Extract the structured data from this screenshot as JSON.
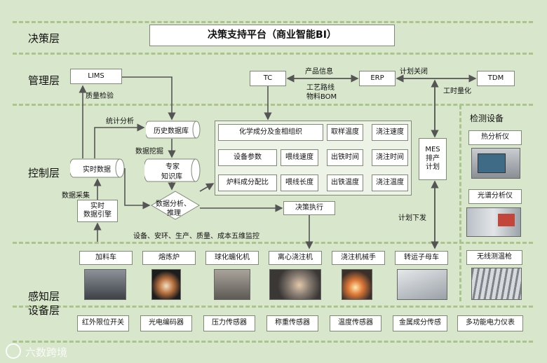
{
  "layers": {
    "decision": "决策层",
    "management": "管理层",
    "control": "控制层",
    "perception": "感知层",
    "device": "设备层"
  },
  "top": {
    "bi_platform": "决策支持平台（商业智能BI）"
  },
  "management": {
    "lims": "LIMS",
    "tc": "TC",
    "erp": "ERP",
    "tdm": "TDM",
    "product_info": "产品信息",
    "process_route": "工艺路线",
    "material_bom": "物料BOM",
    "plan_close": "计划关闭",
    "work_hours": "工时量化",
    "quality_check": "质量检验"
  },
  "control": {
    "history_db": "历史数据库",
    "expert_kb_line1": "专家",
    "expert_kb_line2": "知识库",
    "realtime_data": "实时数据",
    "realtime_engine_line1": "实时",
    "realtime_engine_line2": "数据引擎",
    "analysis_line1": "数据分析、",
    "analysis_line2": "推理",
    "decision_exec": "决策执行",
    "stat_analysis": "统计分析",
    "data_mining": "数据挖掘",
    "data_collect": "数据采集",
    "mes_line1": "MES",
    "mes_line2": "排产",
    "mes_line3": "计划",
    "plan_issue": "计划下发",
    "monitor_caption": "设备、安环、生产、质量、成本五维监控",
    "params": [
      "化学成分及金相组织",
      "取样温度",
      "浇注速度",
      "设备参数",
      "喂线速度",
      "出铁时间",
      "浇注时间",
      "炉料成分配比",
      "喂线长度",
      "出铁温度",
      "浇注温度"
    ]
  },
  "inspection": {
    "title": "检测设备",
    "items": [
      "热分析仪",
      "光谱分析仪",
      "无线测温枪"
    ]
  },
  "perception": {
    "equipment": [
      "加料车",
      "熔炼炉",
      "球化蠕化机",
      "离心浇注机",
      "浇注机械手",
      "转运子母车"
    ]
  },
  "devices": {
    "sensors": [
      "红外限位开关",
      "光电编码器",
      "压力传感器",
      "称重传感器",
      "温度传感器",
      "金属成分传感",
      "多功能电力仪表"
    ]
  },
  "watermark": "六数跨境",
  "colors": {
    "background": "#d8e6cc",
    "dash": "#a9c58c",
    "arrow": "#555555"
  }
}
